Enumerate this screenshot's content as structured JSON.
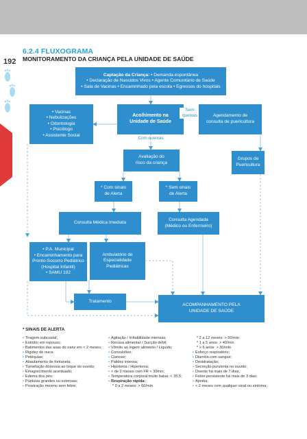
{
  "page": {
    "number": "192",
    "section_title": "6.2.4 FLUXOGRAMA",
    "section_subtitle": "MONITORAMENTO DA CRIANÇA PELA UNIDADE DE SAÚDE"
  },
  "colors": {
    "box": "#2f8fce",
    "accent": "#29a3d6",
    "band": "#e03a3a",
    "header": "#bdbdbd"
  },
  "flow": {
    "captacao": {
      "title": "Captação da Criança:",
      "line1": "• Demanda espontânea",
      "line2": "• Declaração de Nascidos Vivos • Agente Comunitário de Saúde",
      "line3": "• Sala de Vacinas • Encaminhado pela escola • Egressos do hospitais"
    },
    "services": [
      "• Vacinas",
      "• Nebulizações",
      "• Odontologia",
      "• Psicólogo",
      "• Assistente Social"
    ],
    "acolhimento": [
      "Acolhimento na",
      "Unidade de Saúde"
    ],
    "sem_queixas": [
      "Sem",
      "queixas"
    ],
    "agendamento": [
      "Agendamento de",
      "consulta de puericultura"
    ],
    "com_queixas": "Com queixas",
    "avaliacao": [
      "Avaliação do",
      "risco da criança"
    ],
    "grupos": [
      "Grupos de",
      "Puericultura"
    ],
    "com_sinais": [
      "* Com sinais",
      "de Alerta"
    ],
    "sem_sinais": [
      "* Sem sinais",
      "de Alerta"
    ],
    "consulta_imediata": "Consulta Médica Imediata",
    "consulta_agendada": [
      "Consulta Agendada",
      "(Médico ou Enfermeiro)"
    ],
    "pa_municipal": [
      "• P.A. Municipal",
      "• Encaminhamento para",
      "Pronto-Socorro Pediátrico",
      "(Hospital Infantil)",
      "• SAMU 192"
    ],
    "ambulatorio": [
      "Ambulatório de",
      "Especialidade",
      "Pediátricas"
    ],
    "tratamento": "Tratamento",
    "acompanhamento": [
      "ACOMPANHAMENTO PELA",
      "UNIDADE DE SAÚDE"
    ]
  },
  "signs": {
    "title": "* SINAIS DE ALERTA",
    "col1": [
      "Tiragem subcostal;",
      "Estridor em repouso;",
      "Batimentos das asas do nariz em < 2 meses;",
      "Rigidez de nuca;",
      "Petéquias;",
      "Abaulamento de fontanela;",
      "Tumefação dolorosa ao toque do ouvido;",
      "Emagrecimento acentuado;",
      "Edema dos pés;",
      "Pústulas grandes ou extensas;",
      "Prostração mesmo sem febre;"
    ],
    "col2": [
      "Agitação / Irritabilidade intensas;",
      "Recusa alimentar / Sucção débil;",
      "Vômito ao ingerir alimento / Líquido;",
      "Convulsões;",
      "Cianose;",
      "Palidez intensa;",
      "Hipotonia / Hipertonia;",
      "< de 2 meses com FR < 30min;",
      "Temperatura corporal muito baixa: < 35,5;"
    ],
    "col2_bold": "Respiração rápida:",
    "col2_last": "* 0 a 2 meses:   > 60/min",
    "col3_plain": [
      "* 2 a 12 meses:   > 50/min",
      "* 1 a 5 anos:      > 40/min",
      "* > 6 anos:          > 30/min"
    ],
    "col3": [
      "Esforço respiratório;",
      "Diarréia com sangue;",
      "Desidratação;",
      "Secreção purulenta no ouvido;",
      "Doente há mais de 7 dias;",
      "Febre persistente há mais de 3 dias;",
      "Apnéia;",
      "< 2 meses com qualquer sinal ou sintoma;"
    ]
  }
}
